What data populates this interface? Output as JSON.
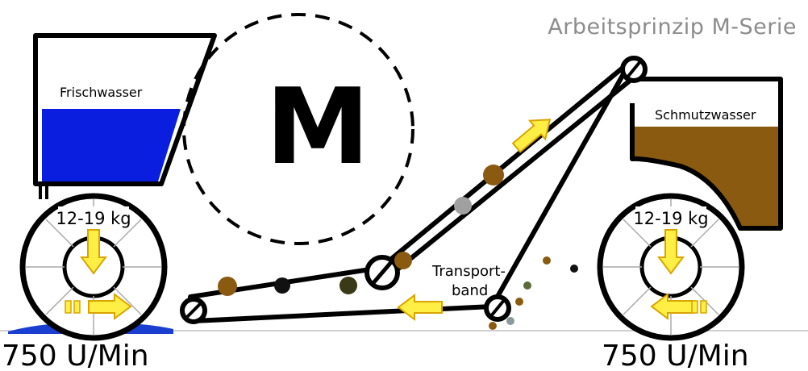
{
  "title": "Arbeitsprinzip M-Serie",
  "logo_letter": "M",
  "tank_left": {
    "label": "Frischwasser",
    "color": "#0a1ee0"
  },
  "tank_right": {
    "label": "Schmutzwasser",
    "color": "#8a5a10"
  },
  "wheel_left": {
    "weight": "12-19 kg",
    "speed": "750 U/Min"
  },
  "wheel_right": {
    "weight": "12-19 kg",
    "speed": "750 U/Min"
  },
  "conveyor": {
    "label_line1": "Transport-",
    "label_line2": "band"
  },
  "colors": {
    "arrow_fill": "#ffee44",
    "arrow_stroke": "#d9a400",
    "outline": "#000000",
    "dirt_brown": "#8a5a10",
    "ground_water": "#1a3fd0"
  }
}
